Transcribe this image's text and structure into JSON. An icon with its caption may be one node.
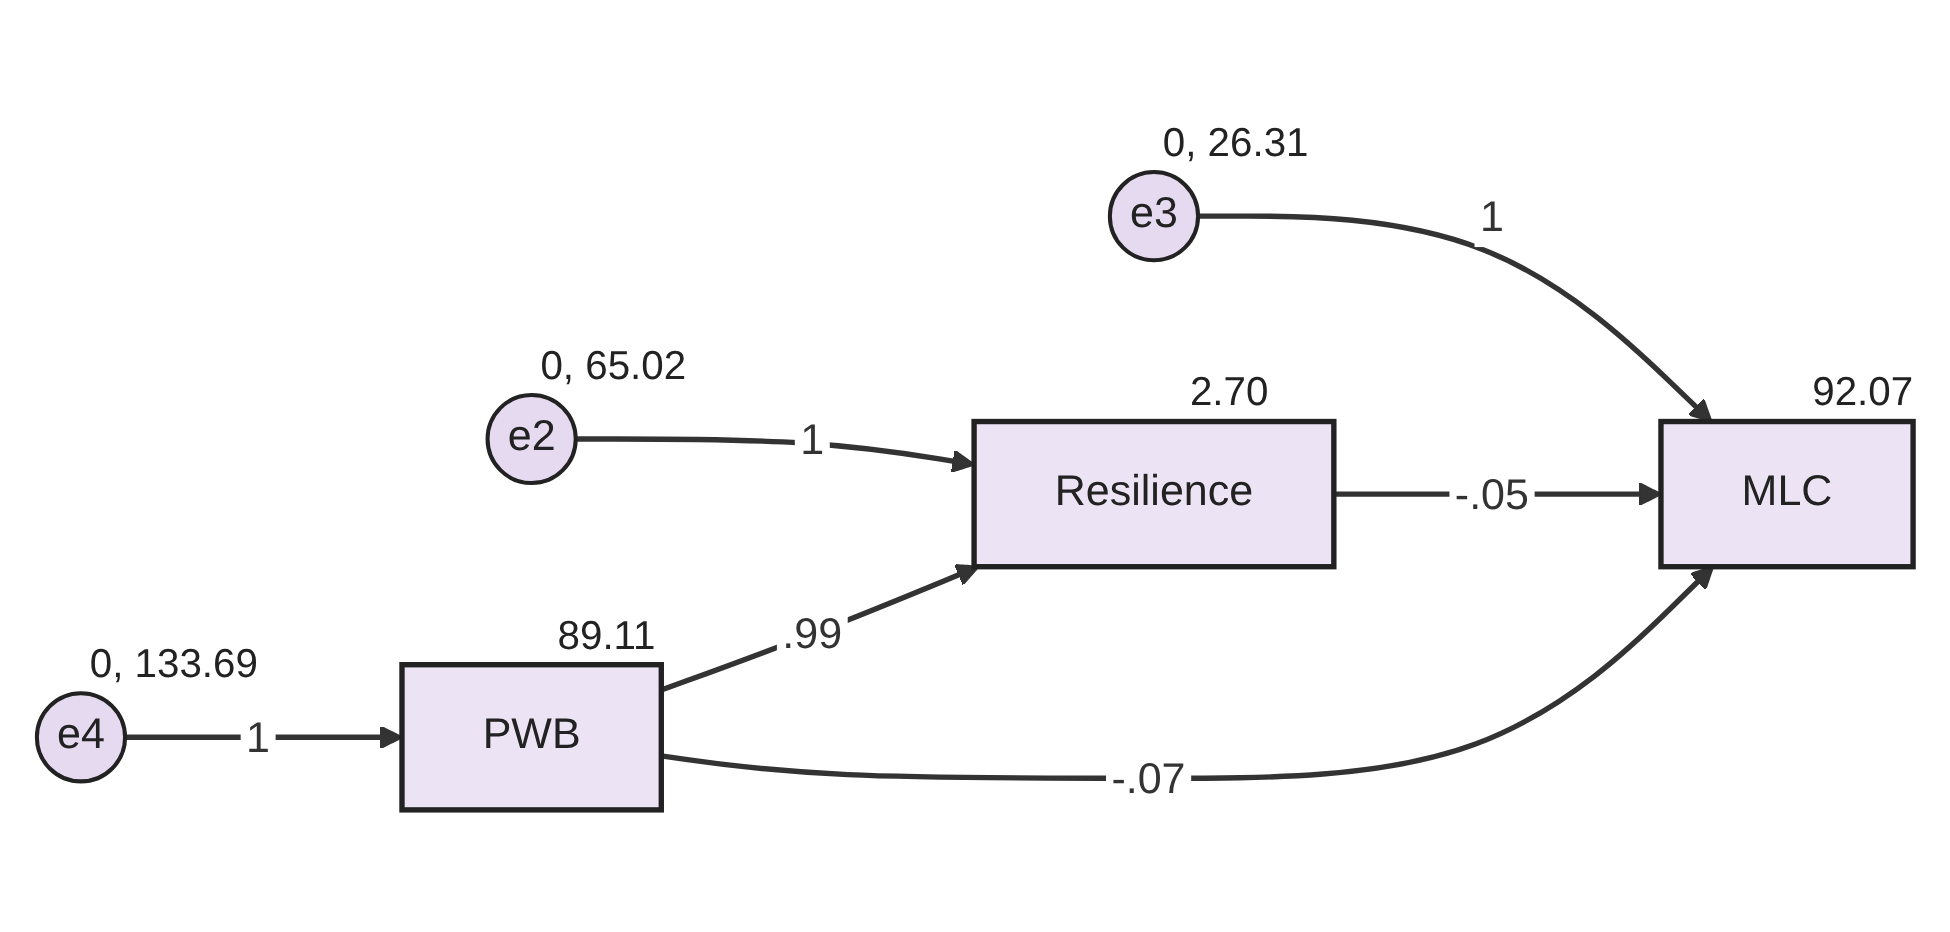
{
  "diagram": {
    "nodes": [
      {
        "text": [
          "e2"
        ],
        "beside": [
          "0, 65.02"
        ]
      },
      {
        "text": [
          "Resilience"
        ],
        "beside": [
          "2.70"
        ]
      },
      {
        "text": [
          "e4"
        ],
        "beside": [
          "0, 133.69"
        ]
      },
      {
        "text": [
          "PWB"
        ],
        "beside": [
          "89.11"
        ]
      },
      {
        "text": [
          "e3"
        ],
        "beside": [
          "0, 26.31"
        ]
      },
      {
        "text": [
          "MLC"
        ],
        "beside": [
          "92.07"
        ]
      }
    ],
    "edges": [
      {
        "from": 0,
        "to": 1,
        "arrow": "to",
        "label": "1"
      },
      {
        "from": 2,
        "to": 3,
        "arrow": "to",
        "label": "1"
      },
      {
        "from": 4,
        "to": 5,
        "arrow": "to",
        "label": "1"
      },
      {
        "from": 3,
        "to": 1,
        "arrow": "to",
        "label": ".99"
      },
      {
        "from": 1,
        "to": 5,
        "arrow": "to",
        "label": "-.05"
      },
      {
        "from": 3,
        "to": 5,
        "arrow": "to",
        "label": "-.07"
      }
    ]
  }
}
